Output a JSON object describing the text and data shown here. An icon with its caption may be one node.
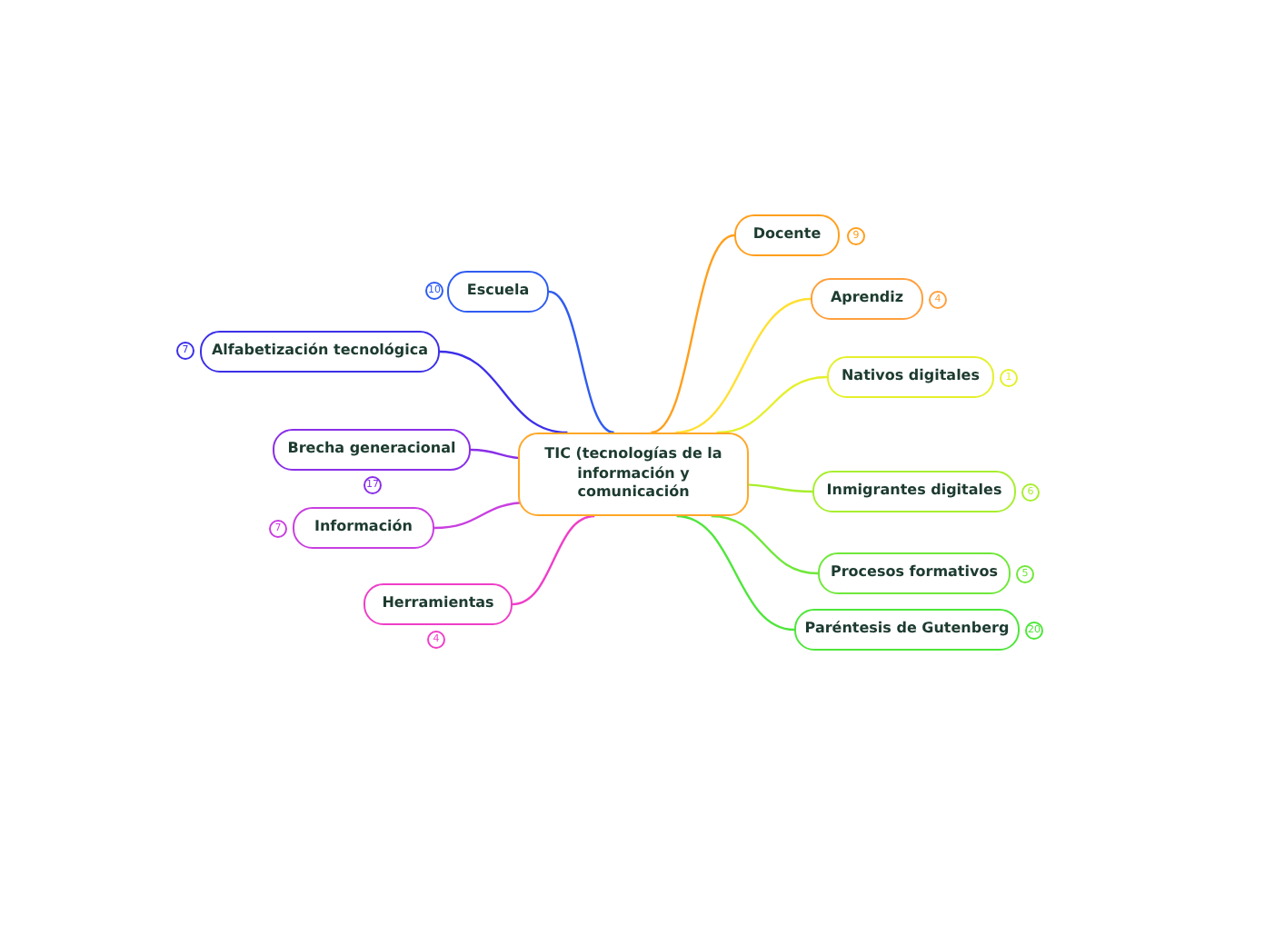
{
  "diagram": {
    "nodes": [
      {
        "text": [
          "TIC (tecnologías de la información y comunicación"
        ]
      },
      {
        "text": [
          "Docente"
        ],
        "beside": [
          "9"
        ]
      },
      {
        "text": [
          "Aprendiz"
        ],
        "beside": [
          "4"
        ]
      },
      {
        "text": [
          "Nativos digitales"
        ],
        "beside": [
          "1"
        ]
      },
      {
        "text": [
          "Inmigrantes digitales"
        ],
        "beside": [
          "6"
        ]
      },
      {
        "text": [
          "Procesos formativos"
        ],
        "beside": [
          "5"
        ]
      },
      {
        "text": [
          "Paréntesis de Gutenberg"
        ],
        "beside": [
          "20"
        ]
      },
      {
        "text": [
          "Escuela"
        ],
        "beside": [
          "10"
        ]
      },
      {
        "text": [
          "Alfabetización tecnológica"
        ],
        "beside": [
          "7"
        ]
      },
      {
        "text": [
          "Brecha generacional"
        ],
        "beside": [
          "17"
        ]
      },
      {
        "text": [
          "Información"
        ],
        "beside": [
          "7"
        ]
      },
      {
        "text": [
          "Herramientas"
        ],
        "beside": [
          "4"
        ]
      }
    ],
    "edges": [
      {
        "from": 0,
        "to": 1,
        "arrow": "none",
        "color": "#ff9f1c"
      },
      {
        "from": 0,
        "to": 2,
        "arrow": "none",
        "color": "#ffe033"
      },
      {
        "from": 0,
        "to": 3,
        "arrow": "none",
        "color": "#e4f02a"
      },
      {
        "from": 0,
        "to": 4,
        "arrow": "none",
        "color": "#a8ee2f"
      },
      {
        "from": 0,
        "to": 5,
        "arrow": "none",
        "color": "#6fe83a"
      },
      {
        "from": 0,
        "to": 6,
        "arrow": "none",
        "color": "#4ee63a"
      },
      {
        "from": 0,
        "to": 7,
        "arrow": "none",
        "color": "#2f5cf0"
      },
      {
        "from": 0,
        "to": 8,
        "arrow": "none",
        "color": "#3c2fe8"
      },
      {
        "from": 0,
        "to": 9,
        "arrow": "none",
        "color": "#8a2fe8"
      },
      {
        "from": 0,
        "to": 10,
        "arrow": "none",
        "color": "#c93fe0"
      },
      {
        "from": 0,
        "to": 11,
        "arrow": "none",
        "color": "#ee3fc8"
      }
    ]
  }
}
